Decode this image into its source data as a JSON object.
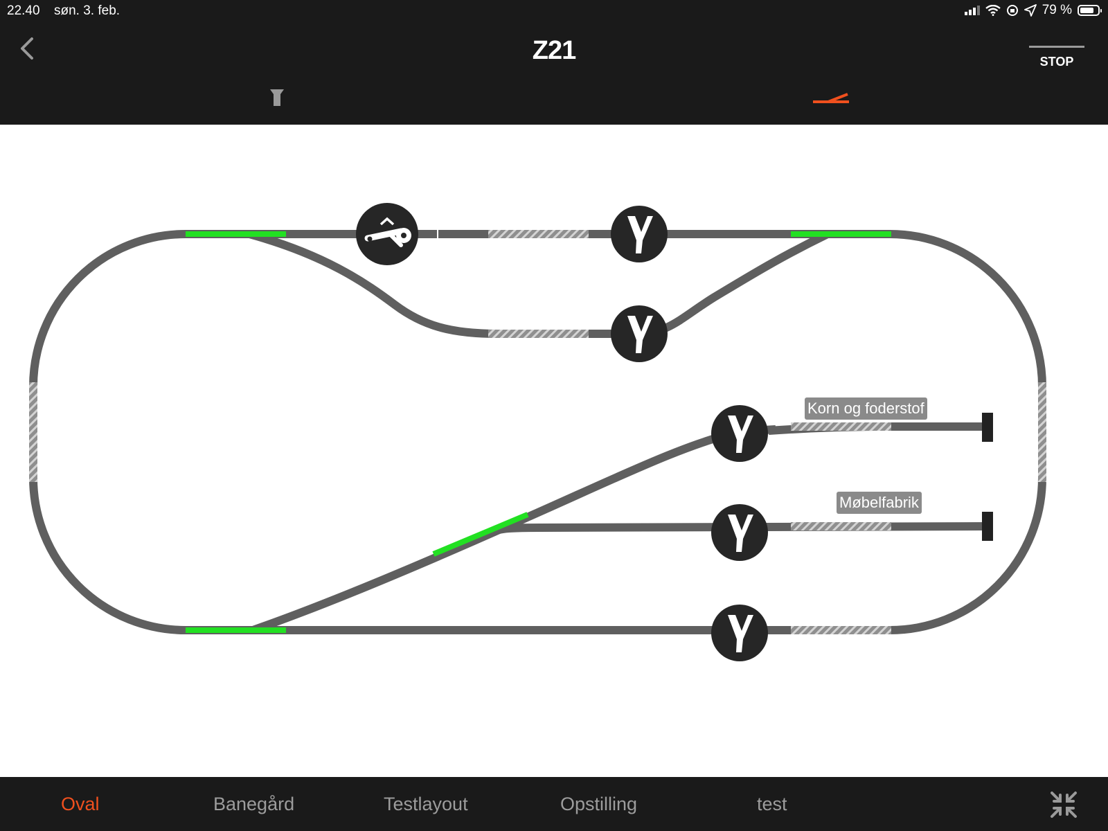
{
  "status": {
    "time": "22.40",
    "date": "søn. 3. feb.",
    "battery": "79 %",
    "battery_level": 0.79
  },
  "header": {
    "title": "Z21",
    "stop_label": "STOP"
  },
  "layout": {
    "labels": {
      "korn": "Korn og foderstof",
      "mobel": "Møbelfabrik"
    }
  },
  "tabs": [
    {
      "label": "Oval",
      "active": true
    },
    {
      "label": "Banegård"
    },
    {
      "label": "Testlayout"
    },
    {
      "label": "Opstilling"
    },
    {
      "label": "test"
    }
  ],
  "colors": {
    "accent": "#f0501e",
    "occupied": "#22e022",
    "track": "#5f5f5f",
    "header_bg": "#1a1a1a"
  },
  "icons": {
    "back": "chevron-left-icon",
    "loco_mode": "locomotive-controller-icon",
    "switch_mode": "turnout-control-icon",
    "collapse": "collapse-arrows-icon",
    "turnout": "turnout-y-icon",
    "signal": "uncoupler-signal-icon"
  }
}
